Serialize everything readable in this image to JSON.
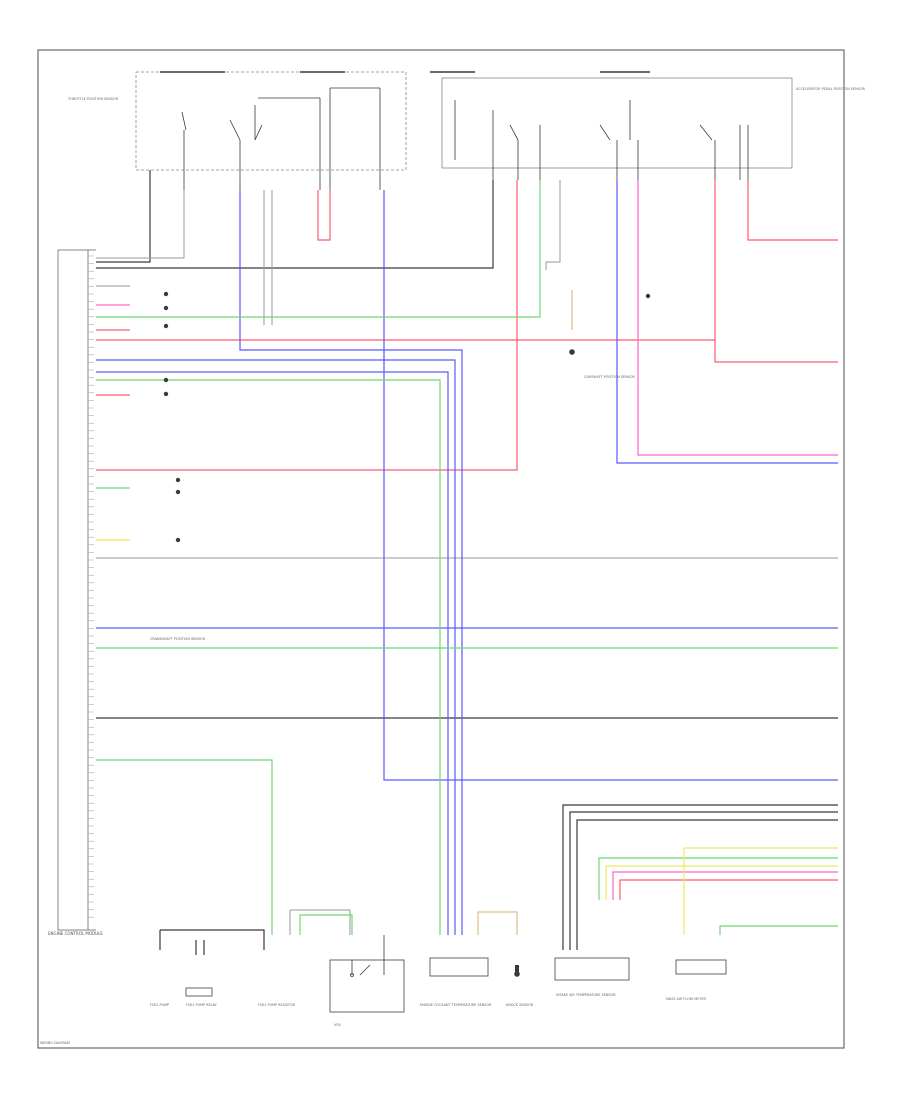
{
  "colors": {
    "black": "#3a3a3a",
    "gray": "#9a9a9a",
    "red": "#ff5a6e",
    "pink": "#ff66cc",
    "blue": "#5a5aff",
    "green": "#6ed86e",
    "yellow": "#f0e860",
    "tan": "#d8b070",
    "frame": "#6a6a6a"
  },
  "labels": {
    "ecm": "ENGINE CONTROL MODULE",
    "a_fuel_pump": "FUEL PUMP",
    "b_fuel_pump_relay": "FUEL PUMP RELAY",
    "c_fuel_pump_resistor": "FUEL PUMP RESISTOR",
    "d_vsv": "VSV",
    "e_ect": "ENGINE COOLANT TEMPERATURE SENSOR",
    "f_knock": "KNOCK SENSOR",
    "g_iat": "INTAKE AIR TEMPERATURE SENSOR",
    "h_maf": "MASS AIR FLOW METER",
    "i_crank": "CRANKSHAFT POSITION SENSOR",
    "j_cam": "CAMSHAFT POSITION SENSOR",
    "k_tps": "THROTTLE POSITION SENSOR",
    "l_apps": "ACCELERATOR PEDAL POSITION SENSOR",
    "footer": "WIRING DIAGRAM"
  }
}
